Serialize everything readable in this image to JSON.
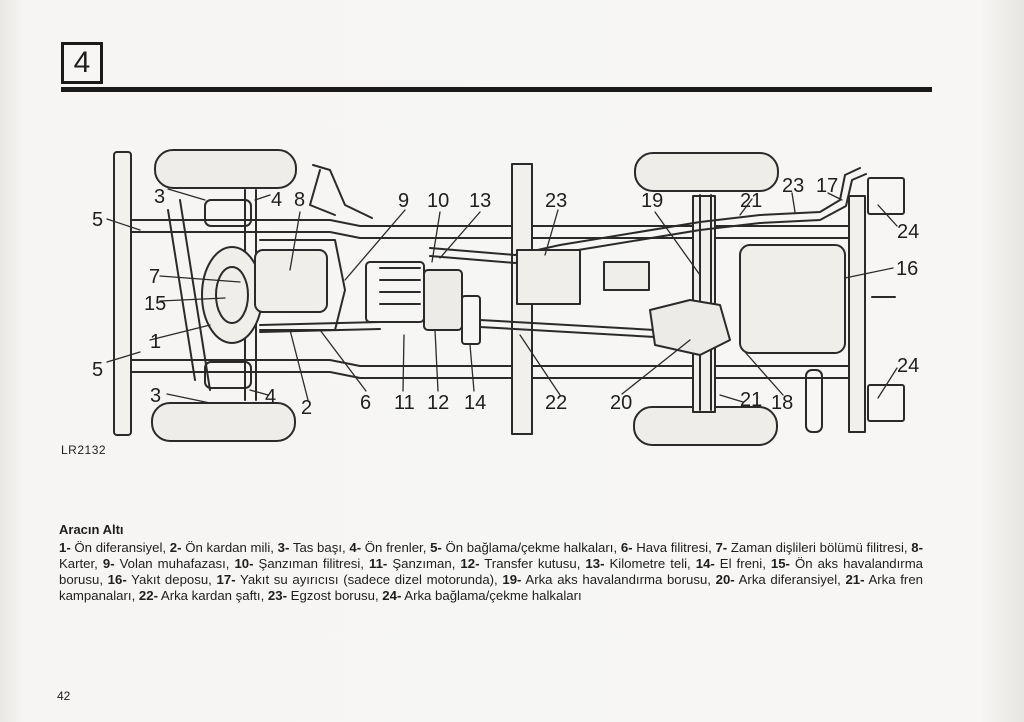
{
  "chapter": "4",
  "figure_code": "LR2132",
  "caption_title": "Aracın Altı",
  "page_number": "42",
  "callouts": {
    "c1": "1",
    "c2": "2",
    "c3a": "3",
    "c3b": "3",
    "c4a": "4",
    "c4b": "4",
    "c5a": "5",
    "c5b": "5",
    "c6": "6",
    "c7": "7",
    "c8": "8",
    "c9": "9",
    "c10": "10",
    "c11": "11",
    "c12": "12",
    "c13": "13",
    "c14": "14",
    "c15": "15",
    "c16": "16",
    "c17": "17",
    "c18": "18",
    "c19": "19",
    "c20": "20",
    "c21a": "21",
    "c21b": "21",
    "c22": "22",
    "c23a": "23",
    "c23b": "23",
    "c24a": "24",
    "c24b": "24"
  },
  "legend": [
    {
      "num": "1-",
      "text": " Ön diferansiyel, "
    },
    {
      "num": "2-",
      "text": " Ön kardan mili, "
    },
    {
      "num": "3-",
      "text": " Tas başı, "
    },
    {
      "num": "4-",
      "text": " Ön frenler, "
    },
    {
      "num": "5-",
      "text": " Ön bağlama/çekme halkaları, "
    },
    {
      "num": "6-",
      "text": " Hava filitresi, "
    },
    {
      "num": "7-",
      "text": " Zaman dişlileri bölümü filitresi, "
    },
    {
      "num": "8-",
      "text": " Karter, "
    },
    {
      "num": "9-",
      "text": " Volan muhafazası, "
    },
    {
      "num": "10-",
      "text": " Şanzıman filitresi, "
    },
    {
      "num": "11-",
      "text": " Şanzıman, "
    },
    {
      "num": "12-",
      "text": " Transfer kutusu, "
    },
    {
      "num": "13-",
      "text": " Kilometre teli, "
    },
    {
      "num": "14-",
      "text": " El freni, "
    },
    {
      "num": "15-",
      "text": " Ön aks havalandırma borusu, "
    },
    {
      "num": "16-",
      "text": " Yakıt deposu, "
    },
    {
      "num": "17-",
      "text": " Yakıt su ayırıcısı (sadece dizel motorunda), "
    },
    {
      "num": "19-",
      "text": " Arka aks havalandırma borusu, "
    },
    {
      "num": "20-",
      "text": " Arka diferansiyel, "
    },
    {
      "num": "21-",
      "text": " Arka fren kampanaları, "
    },
    {
      "num": "22-",
      "text": " Arka kardan şaftı, "
    },
    {
      "num": "23-",
      "text": " Egzost borusu, "
    },
    {
      "num": "24-",
      "text": " Arka bağlama/çekme halkaları"
    }
  ]
}
